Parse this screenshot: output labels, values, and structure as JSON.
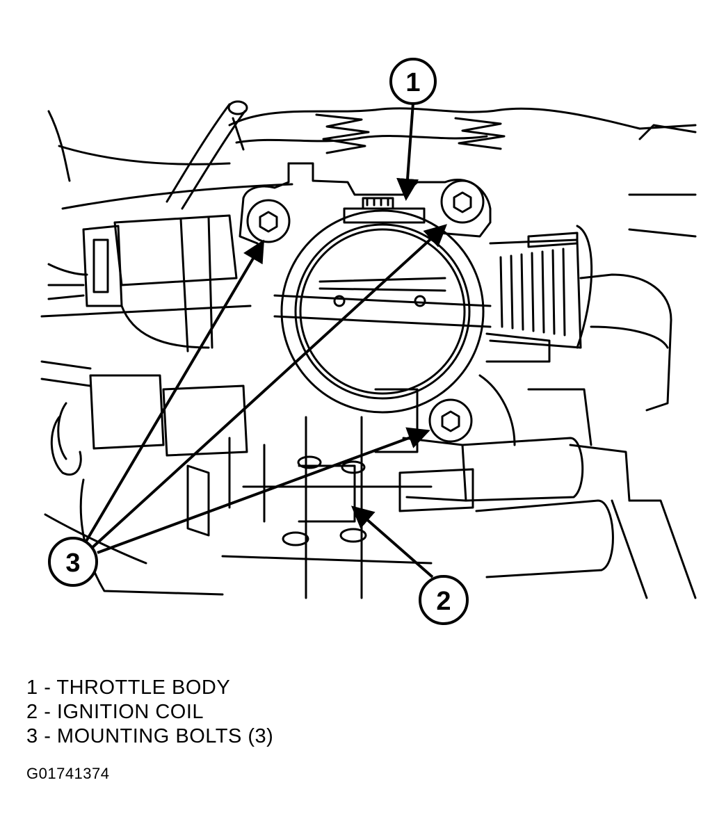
{
  "callouts": [
    {
      "number": "1",
      "label": "THROTTLE BODY"
    },
    {
      "number": "2",
      "label": "IGNITION COIL"
    },
    {
      "number": "3",
      "label": "MOUNTING BOLTS (3)"
    }
  ],
  "figure_id": "G01741374"
}
